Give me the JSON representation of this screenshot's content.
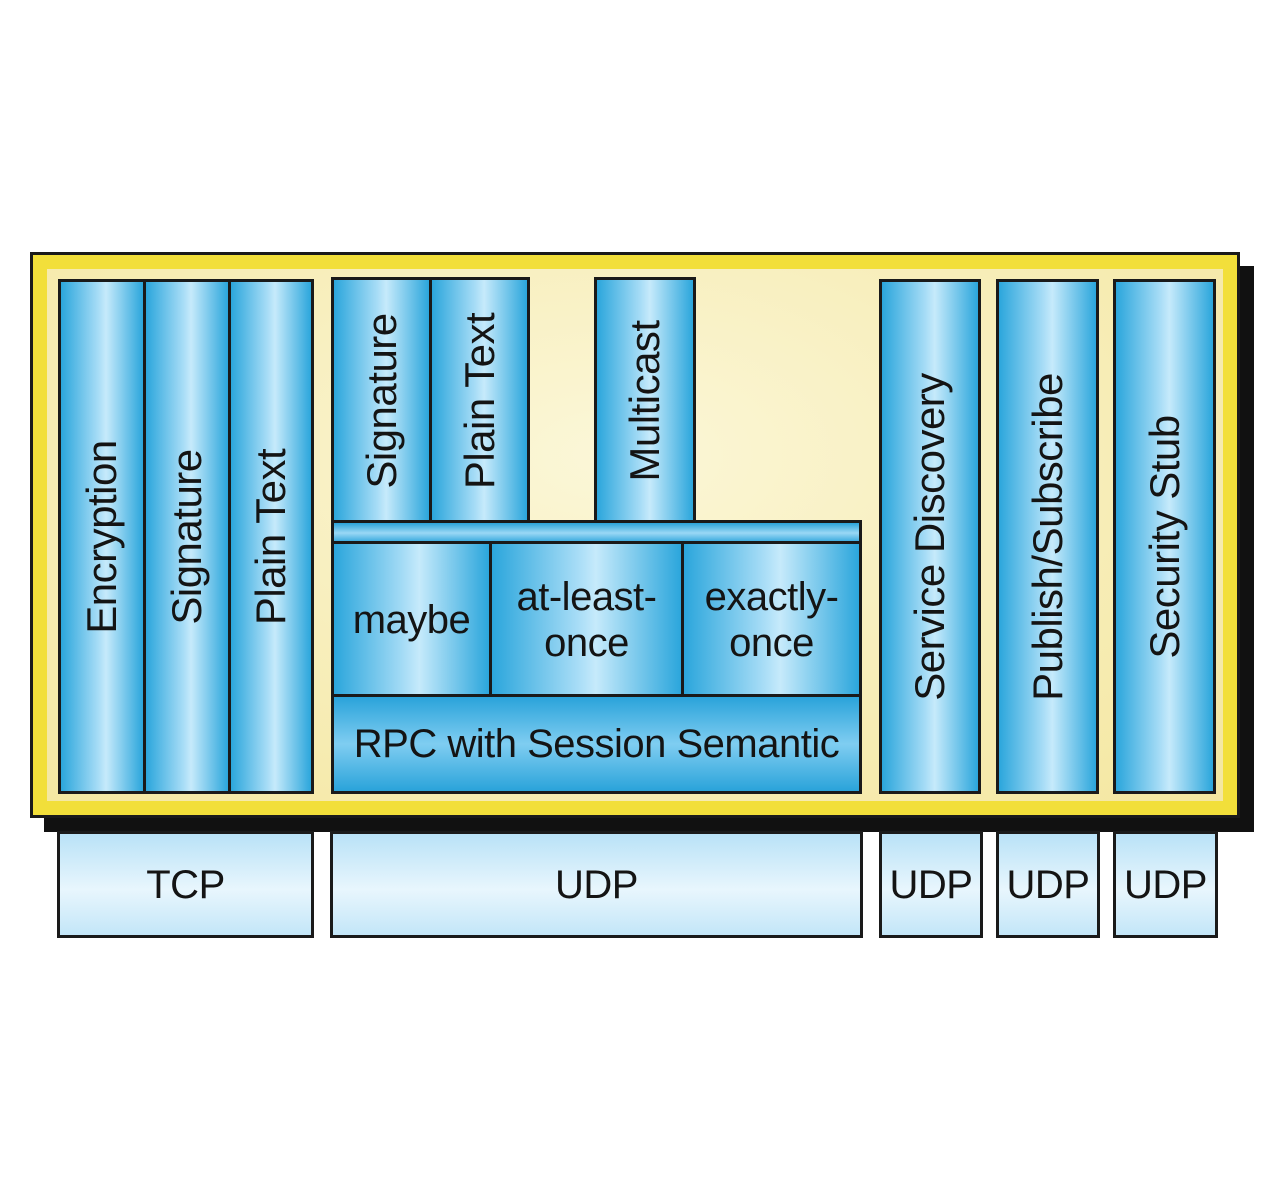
{
  "left_group": {
    "encryption": "Encryption",
    "signature": "Signature",
    "plain_text": "Plain Text"
  },
  "middle_group": {
    "signature": "Signature",
    "plain_text": "Plain Text",
    "multicast": "Multicast",
    "maybe": "maybe",
    "at_least_once": [
      "at-least-",
      "once"
    ],
    "exactly_once": [
      "exactly-",
      "once"
    ],
    "rpc": "RPC with Session Semantic"
  },
  "right_group": {
    "service_discovery": "Service Discovery",
    "publish_subscribe": "Publish/Subscribe",
    "security_stub": "Security Stub"
  },
  "transport": {
    "tcp": "TCP",
    "udp_middle": "UDP",
    "udp_service": "UDP",
    "udp_publish": "UDP",
    "udp_security": "UDP"
  }
}
